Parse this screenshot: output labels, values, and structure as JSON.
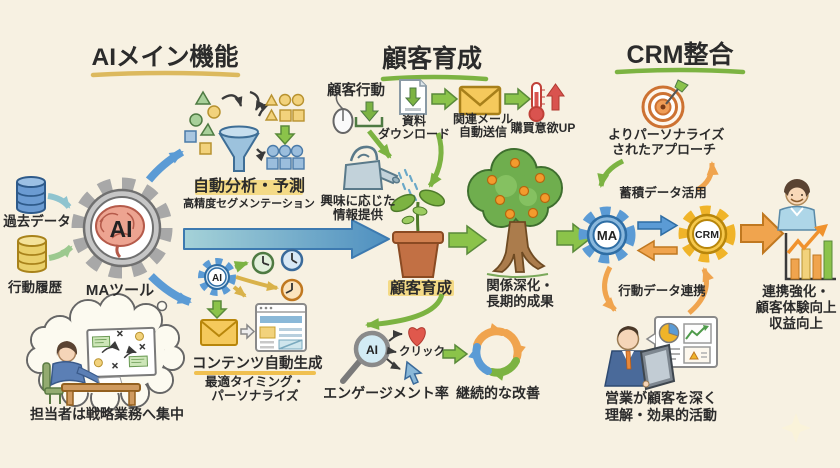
{
  "headers": {
    "ai_features": "AIメイン機能",
    "nurturing": "顧客育成",
    "crm": "CRM整合"
  },
  "ai_section": {
    "past_data": "過去データ",
    "behavior_history": "行動履歴",
    "ai_label": "AI",
    "ma_tool": "MAツール",
    "auto_analysis": "自動分析・予測",
    "segmentation": "高精度セグメンテーション",
    "content_ai_label": "AI",
    "content_generation": "コンテンツ自動生成",
    "timing_line1": "最適タイミング・",
    "timing_line2": "パーソナライズ",
    "focus_caption": "担当者は戦略業務へ集中"
  },
  "nurture_section": {
    "customer_action": "顧客行動",
    "doc_download_line1": "資料",
    "doc_download_line2": "ダウンロード",
    "related_mail_line1": "関連メール",
    "related_mail_line2": "自動送信",
    "purchase_up": "購買意欲UP",
    "interest_line1": "興味に応じた",
    "interest_line2": "情報提供",
    "nurture_label": "顧客育成",
    "relation_line1": "関係深化・",
    "relation_line2": "長期的成果",
    "magnifier_ai_label": "AI",
    "click_label": "クリック",
    "engagement_rate": "エンゲージメント率",
    "continuous_improvement": "継続的な改善"
  },
  "crm_section": {
    "personalized_line1": "よりパーソナライズ",
    "personalized_line2": "されたアプローチ",
    "accumulated_data": "蓄積データ活用",
    "ma_label": "MA",
    "crm_label": "CRM",
    "behavior_data_link": "行動データ連携",
    "sales_line1": "営業が顧客を深く",
    "sales_line2": "理解・効果的活動",
    "outcome_line1": "連携強化・",
    "outcome_line2": "顧客体験向上",
    "outcome_line3": "収益向上"
  },
  "colors": {
    "background": "#f7f1e2",
    "ink": "#2b2b2b",
    "yellow_highlight": "#f3d77c",
    "green": "#7cb342",
    "blue": "#4e8fc0",
    "orange": "#f0a44e",
    "red": "#d9534f",
    "ma_gear": "#5b9bd5",
    "crm_gear": "#f0b429"
  }
}
